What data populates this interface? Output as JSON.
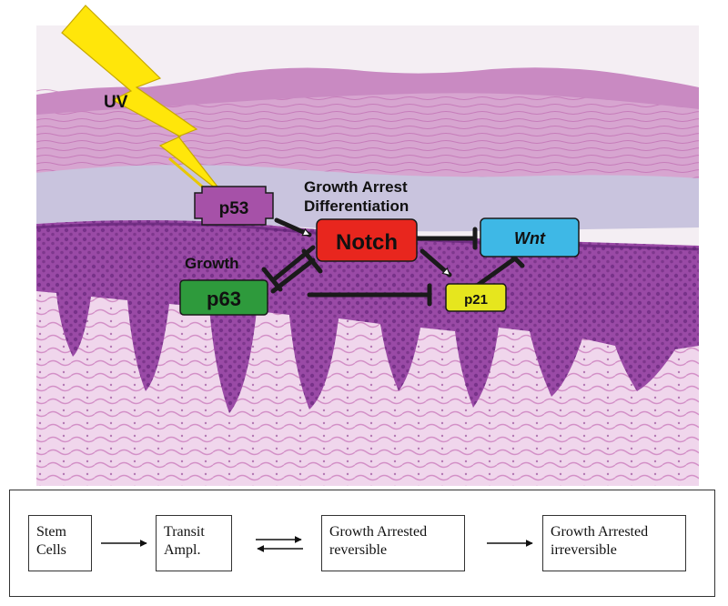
{
  "diagram": {
    "stimulus": "UV",
    "nodes": {
      "p53": "p53",
      "notch": "Notch",
      "p63": "p63",
      "wnt": "Wnt",
      "p21": "p21"
    },
    "annotations": {
      "growth": "Growth",
      "notch_effect_line1": "Growth Arrest",
      "notch_effect_line2": "Differentiation"
    },
    "colors": {
      "lightning": "#FFE60A",
      "p53": "#A651A8",
      "notch": "#E8261E",
      "p63": "#2E9A3C",
      "wnt": "#3EB8E6",
      "p21": "#E6E61E",
      "edge": "#1a1a1a",
      "tissue_dark": "#7A2C8A",
      "tissue_pink": "#D98AC8"
    },
    "edges": [
      {
        "from": "uv",
        "to": "p53",
        "type": "activation"
      },
      {
        "from": "p53",
        "to": "notch",
        "type": "activation"
      },
      {
        "from": "notch",
        "to": "p63",
        "type": "inhibition"
      },
      {
        "from": "p63",
        "to": "notch",
        "type": "inhibition"
      },
      {
        "from": "notch",
        "to": "wnt",
        "type": "inhibition"
      },
      {
        "from": "notch",
        "to": "p21",
        "type": "activation"
      },
      {
        "from": "p63",
        "to": "p21",
        "type": "inhibition"
      },
      {
        "from": "p21",
        "to": "wnt",
        "type": "inhibition"
      }
    ]
  },
  "legend": {
    "stages": [
      {
        "line1": "Stem",
        "line2": "Cells"
      },
      {
        "line1": "Transit",
        "line2": "Ampl."
      },
      {
        "line1": "Growth Arrested",
        "line2": "reversible"
      },
      {
        "line1": "Growth Arrested",
        "line2": "irreversible"
      }
    ]
  }
}
